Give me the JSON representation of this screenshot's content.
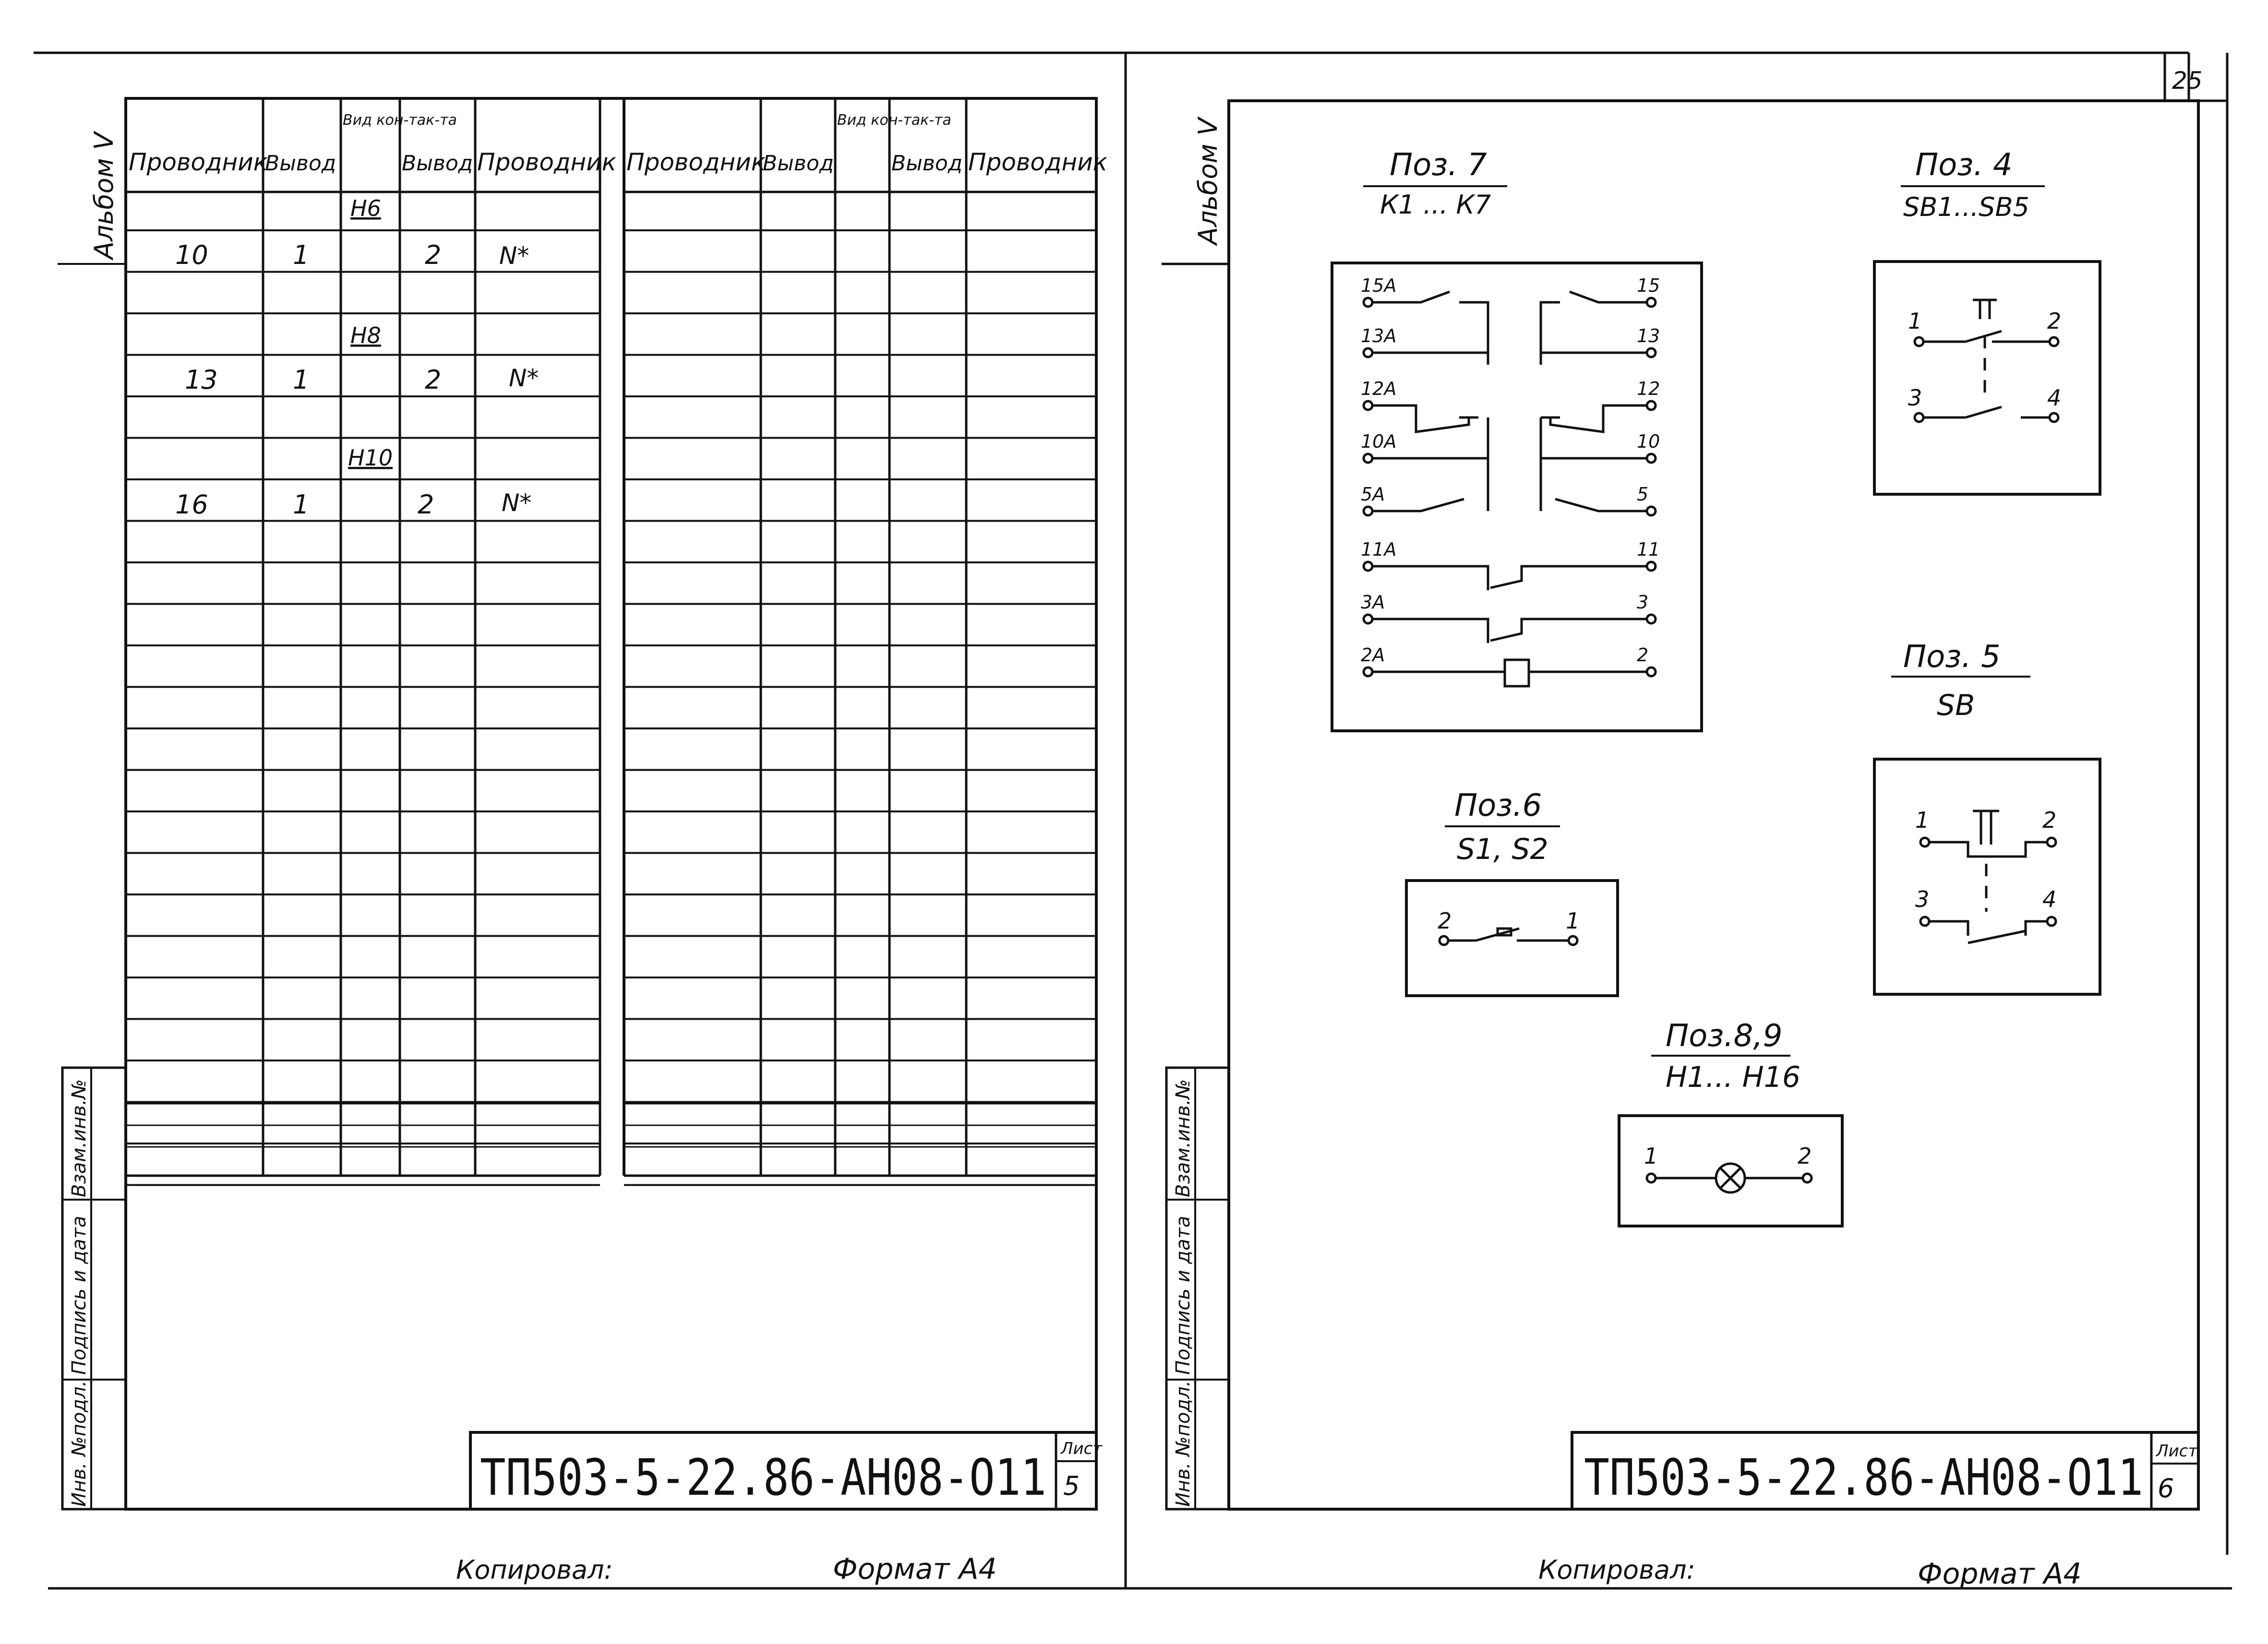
{
  "page_number": "25",
  "left_sheet": {
    "album_label": "Альбом V",
    "table_headers": [
      "Проводник",
      "Вывод",
      "Вид кон-так-та",
      "Вывод",
      "Проводник"
    ],
    "table_headers_right": [
      "Проводник",
      "Вывод",
      "Вид кон-так-та",
      "Вывод",
      "Проводник"
    ],
    "rows": [
      {
        "contact": "Н6",
        "wire_a": "10",
        "pin_a": "1",
        "pin_b": "2",
        "wire_b": "N*"
      },
      {
        "contact": "Н8",
        "wire_a": "13",
        "pin_a": "1",
        "pin_b": "2",
        "wire_b": "N*"
      },
      {
        "contact": "Н10",
        "wire_a": "16",
        "pin_a": "1",
        "pin_b": "2",
        "wire_b": "N*"
      }
    ],
    "side_stamp": [
      "Инв. №подл.",
      "Подпись и дата",
      "Взам.инв.№"
    ],
    "title_block": {
      "designation": "ТП503-5-22.86-АН08-О11",
      "sheet_label": "Лист",
      "sheet_number": "5"
    },
    "footer": {
      "copied": "Копировал:",
      "format": "Формат А4"
    }
  },
  "right_sheet": {
    "album_label": "Альбом V",
    "side_stamp": [
      "Инв. №подл.",
      "Подпись и дата",
      "Взам.инв.№"
    ],
    "pos7": {
      "title": "Поз. 7",
      "subtitle": "К1 ... К7",
      "left_labels": [
        "15А",
        "13А",
        "12А",
        "10А",
        "5А",
        "11А",
        "3А",
        "2А"
      ],
      "right_labels": [
        "15",
        "13",
        "12",
        "10",
        "5",
        "11",
        "3",
        "2"
      ]
    },
    "pos4": {
      "title": "Поз. 4",
      "subtitle": "SB1...SB5",
      "pins": [
        "1",
        "2",
        "3",
        "4"
      ]
    },
    "pos5": {
      "title": "Поз. 5",
      "subtitle": "SB",
      "pins": [
        "1",
        "2",
        "3",
        "4"
      ]
    },
    "pos6": {
      "title": "Поз.6",
      "subtitle": "S1, S2",
      "pins": [
        "2",
        "1"
      ]
    },
    "pos89": {
      "title": "Поз.8,9",
      "subtitle": "Н1... Н16",
      "pins": [
        "1",
        "2"
      ]
    },
    "title_block": {
      "designation": "ТП503-5-22.86-АН08-О11",
      "sheet_label": "Лист",
      "sheet_number": "6"
    },
    "footer": {
      "copied": "Копировал:",
      "format": "Формат А4"
    }
  }
}
